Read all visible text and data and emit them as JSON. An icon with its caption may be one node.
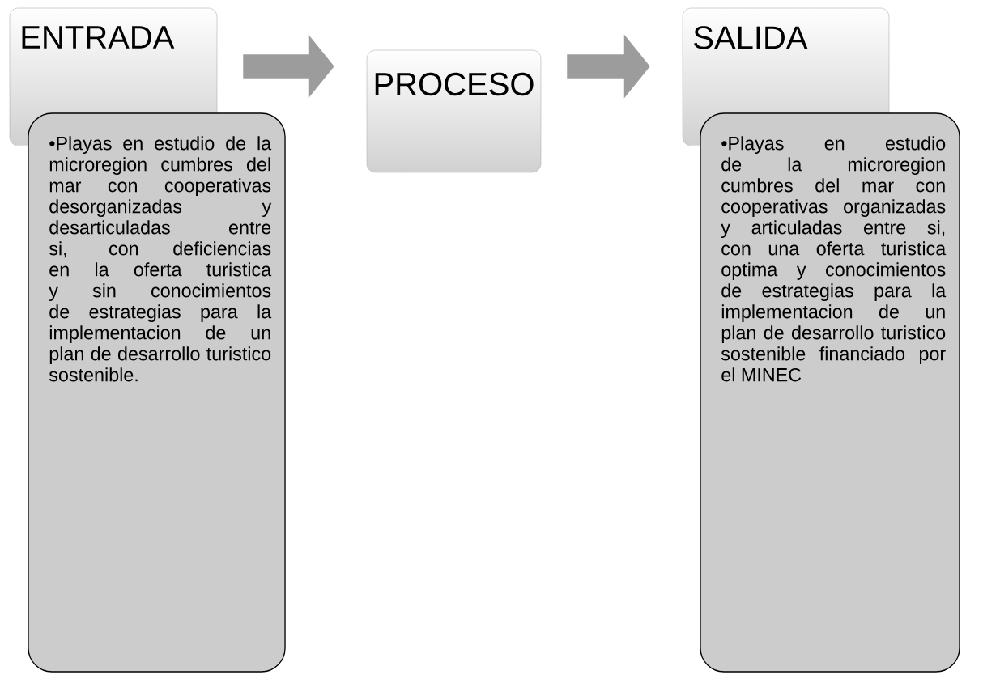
{
  "diagram": {
    "nodes": [
      {
        "text": [
          "ENTRADA"
        ]
      },
      {
        "text": [
          "•Playas en estudio de la microregion cumbres del mar con cooperativas desorganizadas y desarticuladas entre si, con deficiencias en la oferta turistica y sin conocimientos de estrategias para la implementacion de un plan de desarrollo turistico sostenible."
        ]
      },
      {
        "text": [
          "PROCESO"
        ]
      },
      {
        "text": [
          "SALIDA"
        ]
      },
      {
        "text": [
          "•Playas en estudio de la microregion cumbres del mar con cooperativas organizadas y articuladas entre si, con una oferta turistica optima y conocimientos de estrategias para la implementacion de un plan de desarrollo turistico sostenible financiado por el MINEC"
        ]
      }
    ],
    "edges": [
      {
        "from": 0,
        "to": 2,
        "arrow": "to"
      },
      {
        "from": 2,
        "to": 3,
        "arrow": "to"
      }
    ]
  }
}
